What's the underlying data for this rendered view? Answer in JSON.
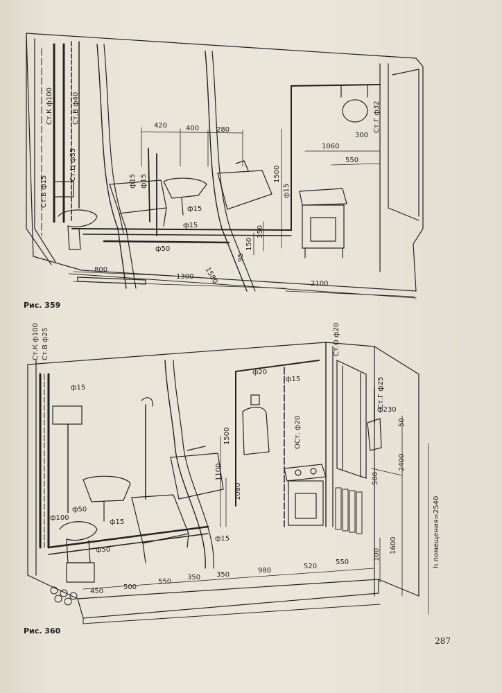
{
  "figures": [
    {
      "caption": "Рис. 359",
      "riser_labels": [
        "Ст.К ф100",
        "Ст.В ф40",
        "Ст.Ц ф35",
        "Ст.В ф15",
        "Ст.Г ф32"
      ],
      "dimensions": [
        "420",
        "400",
        "280",
        "1060",
        "300",
        "550",
        "1500",
        "350",
        "150",
        "95",
        "800",
        "1300",
        "1580",
        "2100"
      ],
      "diameters": [
        "ф15",
        "ф15",
        "ф15",
        "ф15",
        "ф15",
        "ф50"
      ]
    },
    {
      "caption": "Рис. 360",
      "riser_labels": [
        "Ст.К ф100",
        "Ст.В ф25",
        "Ст.О ф20",
        "Ст.Г ф25",
        "ОСт. ф20"
      ],
      "dimensions": [
        "1500",
        "1100",
        "1080",
        "450",
        "500",
        "550",
        "350",
        "350",
        "980",
        "520",
        "550",
        "100",
        "500",
        "2400",
        "1600",
        "50"
      ],
      "diameters": [
        "ф15",
        "ф20",
        "ф15",
        "ф230",
        "ф50",
        "ф100",
        "ф15",
        "ф50",
        "ф15"
      ],
      "room_height": "h помещения=2540"
    }
  ],
  "page_number": "287"
}
